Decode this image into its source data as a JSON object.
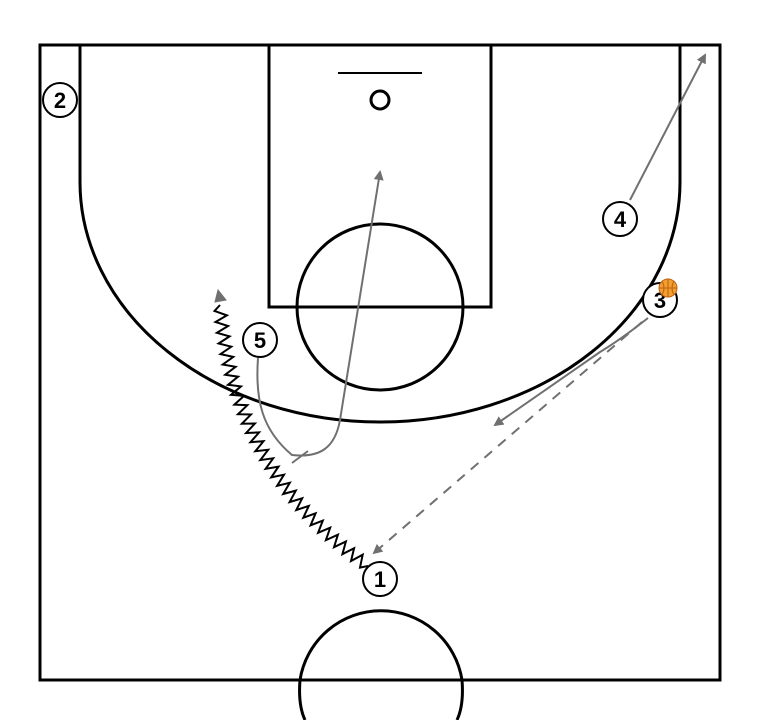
{
  "players": [
    {
      "id": "p1",
      "label": "1"
    },
    {
      "id": "p2",
      "label": "2"
    },
    {
      "id": "p3",
      "label": "3",
      "has_ball": true
    },
    {
      "id": "p4",
      "label": "4"
    },
    {
      "id": "p5",
      "label": "5"
    }
  ],
  "colors": {
    "court_lines": "#000000",
    "movement": "#707070",
    "pass": "#707070",
    "dribble": "#000000",
    "ball": "#f0a030",
    "ball_seams": "#c06010"
  }
}
